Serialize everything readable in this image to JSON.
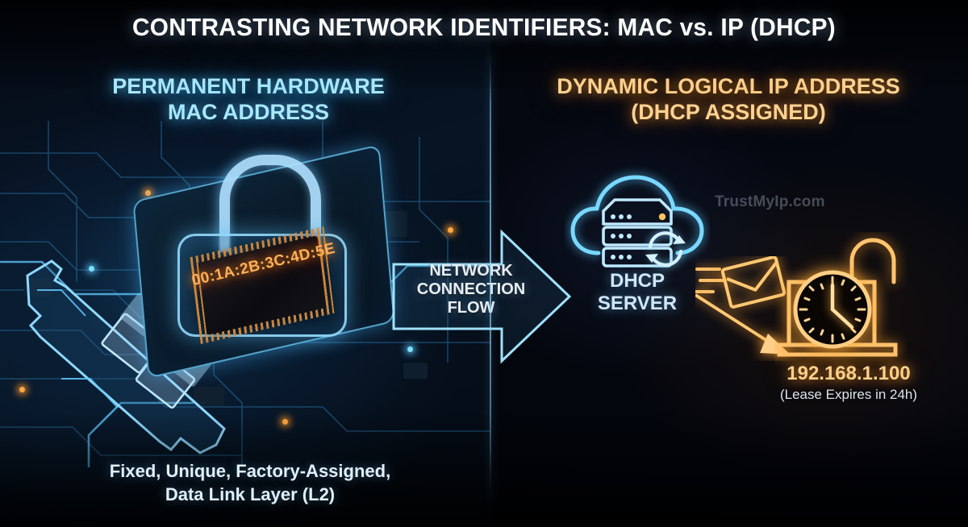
{
  "title": "CONTRASTING NETWORK IDENTIFIERS: MAC vs. IP (DHCP)",
  "watermark": "TrustMyIp.com",
  "colors": {
    "mac_accent": "#a8e8ff",
    "ip_accent": "#ffd291",
    "mac_value": "#ffb05a",
    "ip_value": "#ffd08a",
    "background": "#04060d",
    "divider": "#8ed3ff"
  },
  "left_panel": {
    "heading_line1": "PERMANENT HARDWARE",
    "heading_line2": "MAC ADDRESS",
    "mac_address": "00:1A:2B:3C:4D:5E",
    "caption_line1": "Fixed, Unique, Factory-Assigned,",
    "caption_line2": "Data Link Layer (L2)",
    "icons": {
      "padlock": "closed-padlock-icon",
      "chip": "microchip-icon",
      "nic": "network-interface-card-icon"
    }
  },
  "center": {
    "flow_line1": "NETWORK",
    "flow_line2": "CONNECTION",
    "flow_line3": "FLOW",
    "icon": "right-arrow-icon"
  },
  "right_panel": {
    "heading_line1": "DYNAMIC LOGICAL IP ADDRESS",
    "heading_line2": "(DHCP ASSIGNED)",
    "server_label_line1": "DHCP",
    "server_label_line2": "SERVER",
    "ip_address": "192.168.1.100",
    "lease_note": "(Lease Expires in 24h)",
    "icons": {
      "cloud_server": "cloud-server-sync-icon",
      "envelope": "envelope-icon",
      "arrow": "diagonal-arrow-icon",
      "lock_clock": "open-padlock-clock-icon"
    }
  }
}
